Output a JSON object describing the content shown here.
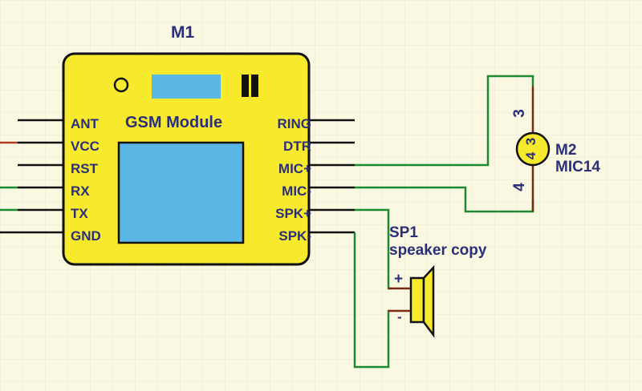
{
  "module": {
    "ref": "M1",
    "title": "GSM Module",
    "left_pins": [
      "ANT",
      "VCC",
      "RST",
      "RX",
      "TX",
      "GND"
    ],
    "right_pins": [
      "RING",
      "DTR",
      "MIC+",
      "MIC-",
      "SPK+",
      "SPK-"
    ],
    "fill_color": "#f7e92c",
    "screen_color": "#5ab7e5"
  },
  "microphone": {
    "ref": "M2",
    "value": "MIC14",
    "pin_top": "3",
    "pin_bottom": "4",
    "inner_top": "3",
    "inner_bottom": "4"
  },
  "speaker": {
    "ref": "SP1",
    "value": "speaker copy",
    "plus": "+",
    "minus": "-"
  },
  "colors": {
    "wire": "#1e8a2e",
    "pin_line": "#111111",
    "lead": "#7a2a10",
    "label": "#2b2f7a",
    "background": "#fbf8e2"
  }
}
